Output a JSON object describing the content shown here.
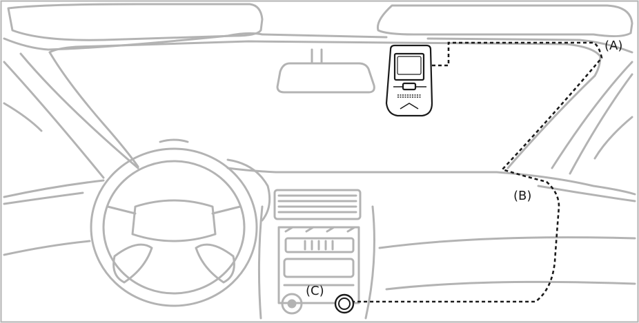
{
  "labels": {
    "a": "(A)",
    "b": "(B)",
    "c": "(C)"
  },
  "colors": {
    "car_outline": "#b3b3b3",
    "camera_outline": "#1a1a1a",
    "cable": "#1a1a1a",
    "background": "#ffffff"
  }
}
